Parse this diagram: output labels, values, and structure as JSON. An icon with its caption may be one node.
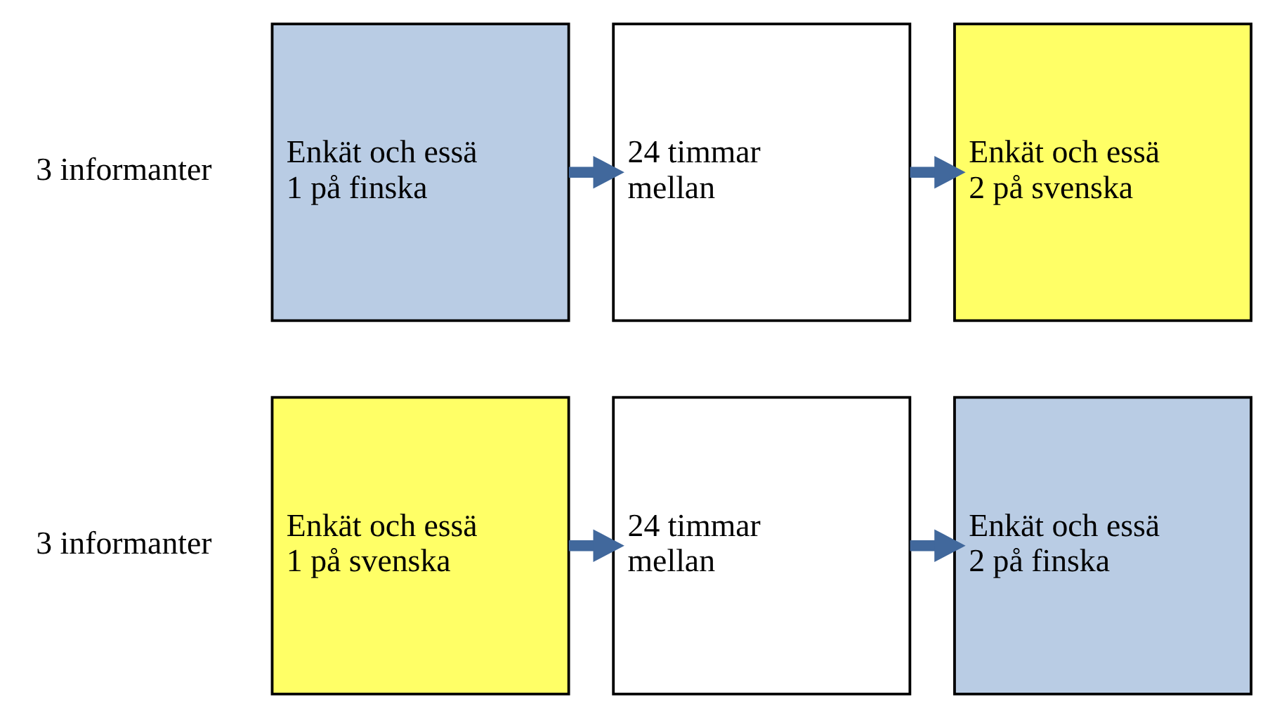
{
  "diagram": {
    "nodes": [
      {
        "text": [
          "Enkät och essä 1 på finska"
        ]
      },
      {
        "text": [
          "24 timmar mellan"
        ]
      },
      {
        "text": [
          "Enkät och essä 2 på svenska"
        ]
      },
      {
        "text": [
          "Enkät och essä 1 på svenska"
        ]
      },
      {
        "text": [
          "24 timmar mellan"
        ]
      },
      {
        "text": [
          "Enkät och essä 2 på finska"
        ]
      }
    ],
    "edges": [
      {
        "from": 0,
        "to": 1,
        "arrow": "to"
      },
      {
        "from": 1,
        "to": 2,
        "arrow": "to"
      },
      {
        "from": 3,
        "to": 4,
        "arrow": "to"
      },
      {
        "from": 4,
        "to": 5,
        "arrow": "to"
      }
    ],
    "labels": [
      "3 informanter",
      "3 informanter"
    ]
  }
}
